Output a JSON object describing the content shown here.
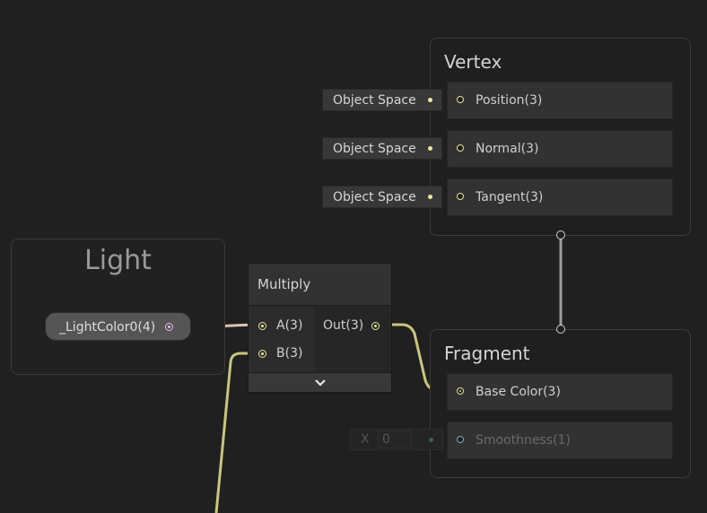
{
  "vertex": {
    "title": "Vertex",
    "blocks": [
      {
        "label": "Position(3)",
        "space": "Object Space"
      },
      {
        "label": "Normal(3)",
        "space": "Object Space"
      },
      {
        "label": "Tangent(3)",
        "space": "Object Space"
      }
    ]
  },
  "fragment": {
    "title": "Fragment",
    "blocks": [
      {
        "label": "Base Color(3)"
      },
      {
        "label": "Smoothness(1)"
      }
    ],
    "smoothness_field": {
      "axis": "X",
      "value": "0"
    }
  },
  "light": {
    "title": "Light",
    "property": "_LightColor0(4)"
  },
  "multiply": {
    "title": "Multiply",
    "inputs": [
      "A(3)",
      "B(3)"
    ],
    "output": "Out(3)"
  },
  "colors": {
    "canvas": "#202020",
    "wire_vector3": "#c8c67e",
    "wire_float": "#84b0b8",
    "wire_color4": "#d9c4b2",
    "port_vector3": "#e5e79a",
    "port_color": "#e7b8e6"
  },
  "icons": {
    "expand": "chevron-down-icon"
  }
}
